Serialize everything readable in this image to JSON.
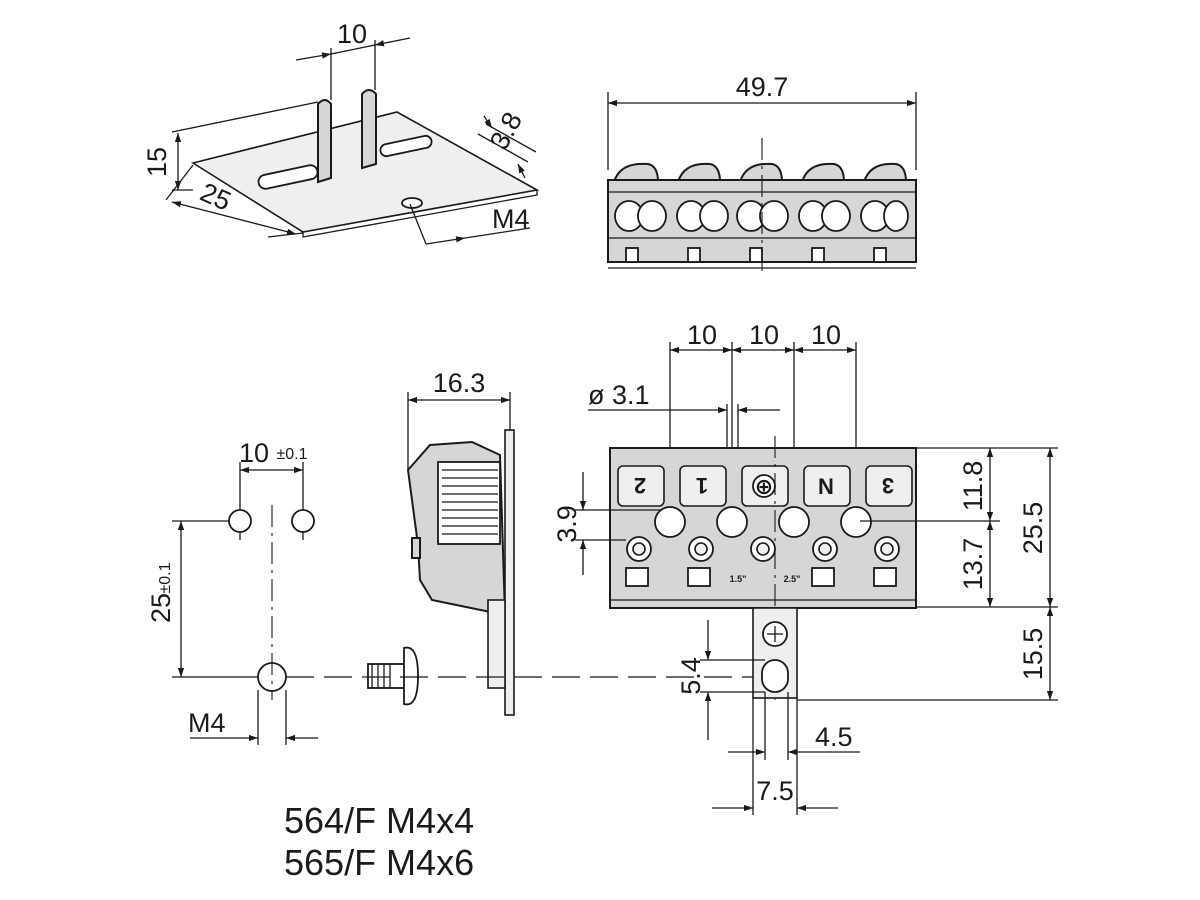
{
  "diagram": {
    "plate_view": {
      "width": "10",
      "height": "15",
      "depth": "25",
      "thickness": "3.8",
      "thread": "M4"
    },
    "front_view": {
      "overall_width": "49.7"
    },
    "side_view": {
      "depth": "16.3"
    },
    "hole_pattern": {
      "spacing": "10",
      "spacing_tol": "±0.1",
      "offset": "25",
      "offset_tol": "±0.1",
      "thread": "M4"
    },
    "top_view": {
      "pitch_1": "10",
      "pitch_2": "10",
      "pitch_3": "10",
      "hole_diameter": "ø 3.1",
      "upper_height": "11.8",
      "lower_height": "13.7",
      "total_height": "25.5",
      "bracket_length": "15.5",
      "hole_offset": "3.9",
      "slot_height": "5.4",
      "bracket_width": "7.5",
      "slot_width": "4.5",
      "terminal_labels": [
        "2",
        "1",
        "⊕",
        "N",
        "3"
      ],
      "wire_size_a": "1.5\"",
      "wire_size_b": "2.5\""
    },
    "caption_line_1": "564/F M4x4",
    "caption_line_2": "565/F M4x6"
  }
}
